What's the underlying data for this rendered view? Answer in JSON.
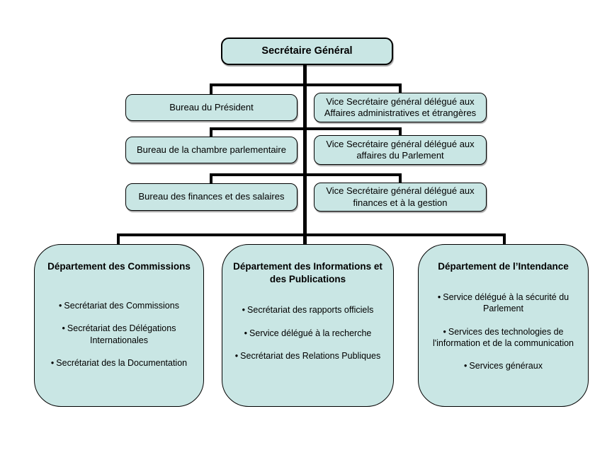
{
  "bullet": "•",
  "colors": {
    "box_fill": "#c9e6e4",
    "box_border": "#000000",
    "line": "#000000"
  },
  "root": {
    "label": "Secrétaire Général"
  },
  "rows": [
    {
      "left": "Bureau du Président",
      "right": "Vice Secrétaire général délégué aux Affaires administratives et étrangères"
    },
    {
      "left": "Bureau de la chambre parlementaire",
      "right": "Vice Secrétaire général délégué aux affaires du Parlement"
    },
    {
      "left": "Bureau des finances et des salaires",
      "right": "Vice Secrétaire général délégué aux finances et à la gestion"
    }
  ],
  "departments": [
    {
      "title": "Département des Commissions",
      "items": [
        "Secrétariat des Commissions",
        "Secrétariat des Délégations Internationales",
        "Secrétariat des la Documentation"
      ]
    },
    {
      "title": "Département des Informations et des Publications",
      "items": [
        "Secrétariat des rapports officiels",
        "Service délégué à la recherche",
        "Secrétariat des Relations Publiques"
      ]
    },
    {
      "title": "Département de l’Intendance",
      "items": [
        "Service délégué à la sécurité du Parlement",
        "Services des technologies de l'information et de la communication",
        "Services généraux"
      ]
    }
  ]
}
